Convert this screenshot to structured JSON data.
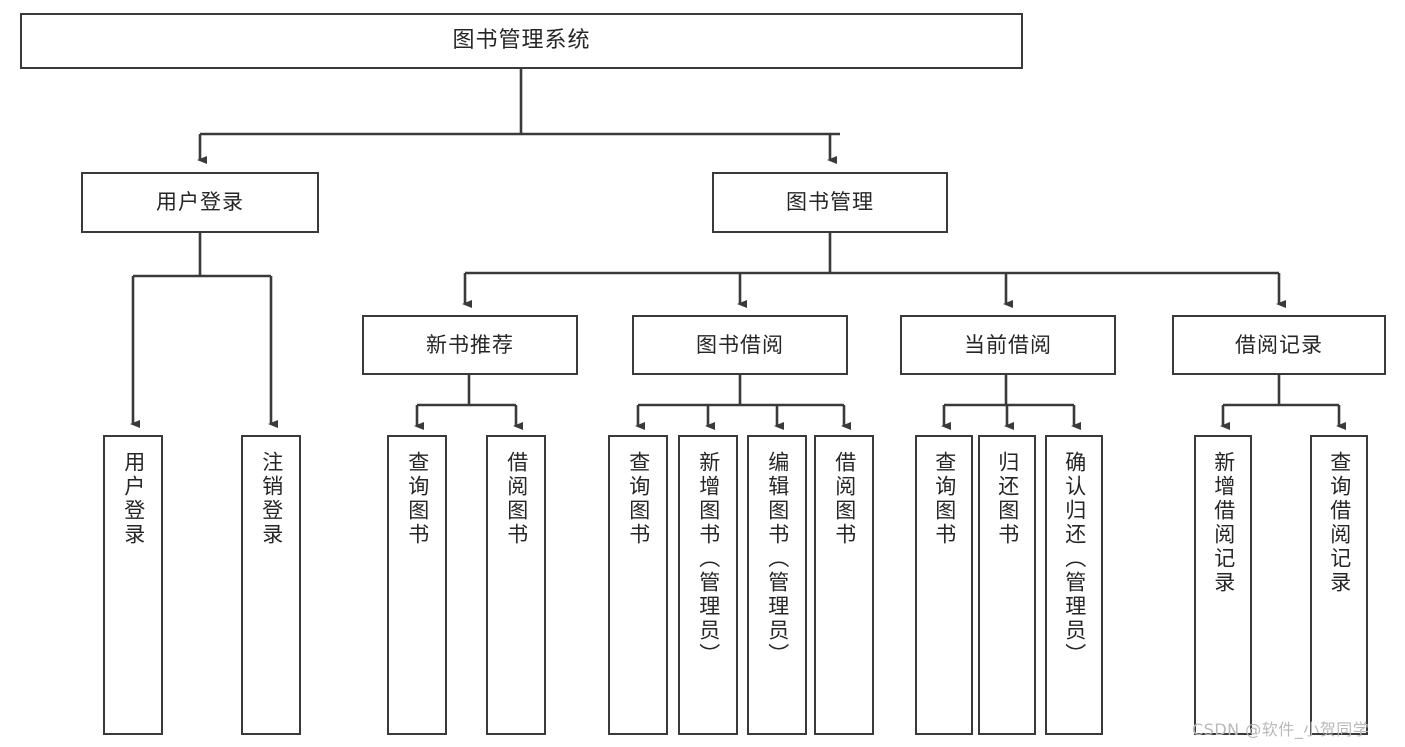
{
  "diagram": {
    "type": "tree",
    "title": "图书管理系统",
    "watermark": "CSDN @软件_小贺同学",
    "colors": {
      "box_border": "#3a3a3a",
      "box_fill": "#ffffff",
      "connector": "#3a3a3a",
      "text": "#262626",
      "watermark": "#b9b9b9"
    },
    "nodes": {
      "root": {
        "label": "图书管理系统"
      },
      "level2": [
        {
          "label": "用户登录"
        },
        {
          "label": "图书管理"
        }
      ],
      "level3": [
        {
          "label": "新书推荐"
        },
        {
          "label": "图书借阅"
        },
        {
          "label": "当前借阅"
        },
        {
          "label": "借阅记录"
        }
      ],
      "leaves_user_login": [
        {
          "label": "用户登录"
        },
        {
          "label": "注销登录"
        }
      ],
      "leaves_new_book": [
        {
          "label": "查询图书"
        },
        {
          "label": "借阅图书"
        }
      ],
      "leaves_borrow": [
        {
          "label": "查询图书"
        },
        {
          "label": "新增图书（管理员）"
        },
        {
          "label": "编辑图书（管理员）"
        },
        {
          "label": "借阅图书"
        }
      ],
      "leaves_current": [
        {
          "label": "查询图书"
        },
        {
          "label": "归还图书"
        },
        {
          "label": "确认归还（管理员）"
        }
      ],
      "leaves_record": [
        {
          "label": "新增借阅记录"
        },
        {
          "label": "查询借阅记录"
        }
      ]
    }
  }
}
